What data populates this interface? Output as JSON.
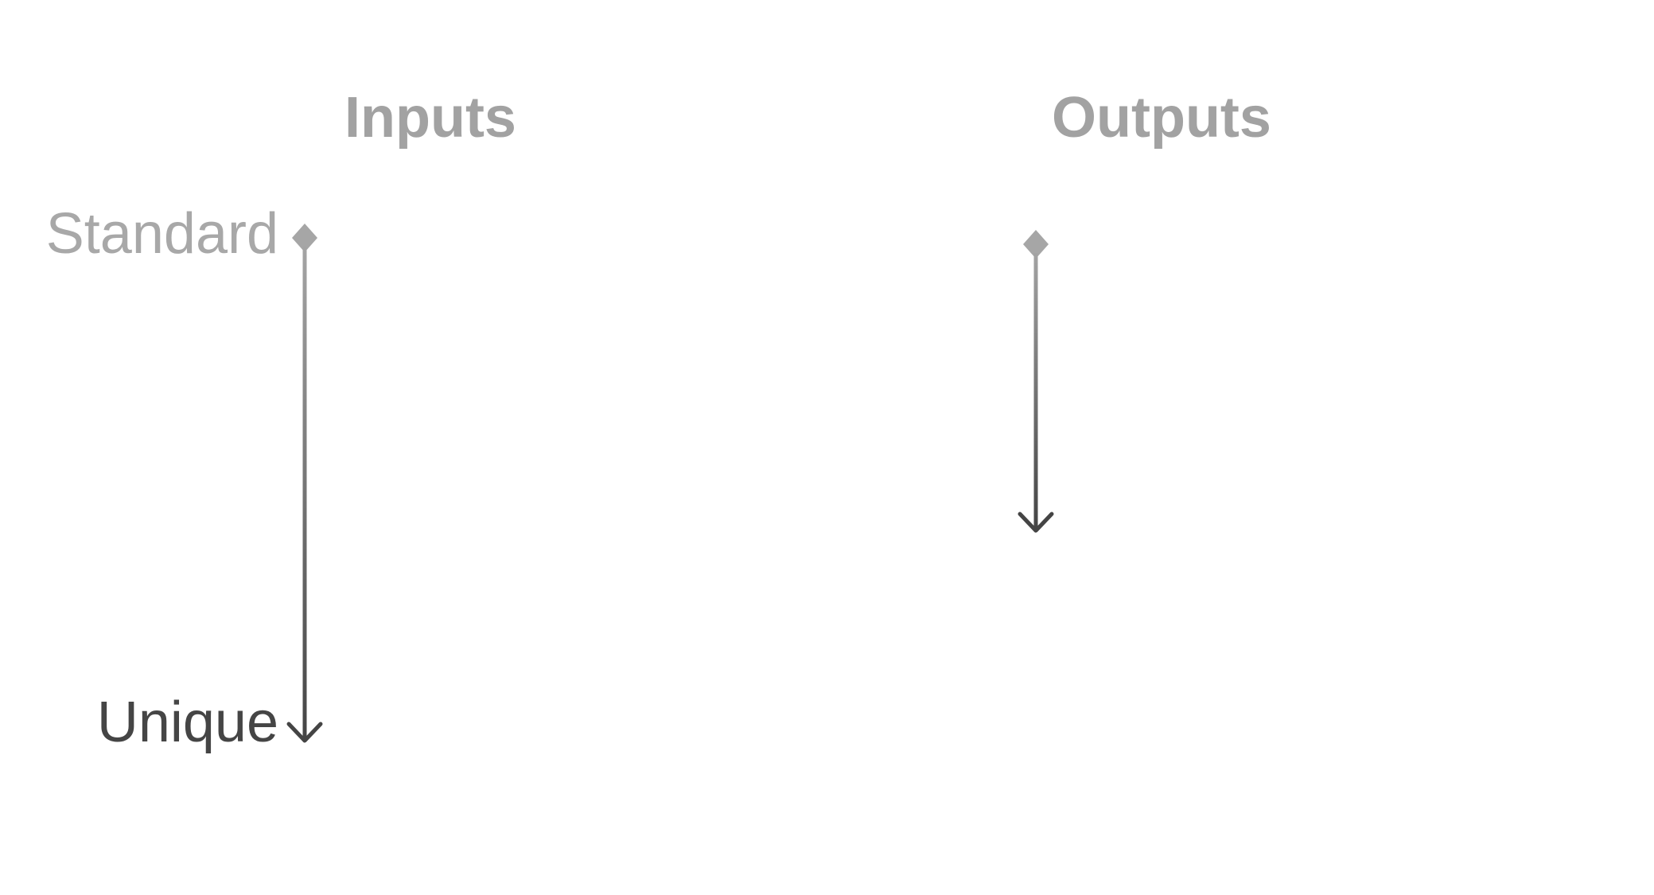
{
  "headings": {
    "inputs": "Inputs",
    "outputs": "Outputs"
  },
  "axis_labels": {
    "top": "Standard",
    "bottom": "Unique"
  },
  "colors": {
    "heading": "#a2a2a2",
    "label_top": "#a8a8a8",
    "label_bottom": "#454545",
    "arrow_start": "#a6a6a6",
    "arrow_end": "#444444"
  },
  "arrows": [
    {
      "id": "inputs-arrow",
      "column": "inputs",
      "start_marker": "diamond",
      "end_marker": "arrowhead"
    },
    {
      "id": "outputs-arrow",
      "column": "outputs",
      "start_marker": "diamond",
      "end_marker": "arrowhead"
    }
  ]
}
